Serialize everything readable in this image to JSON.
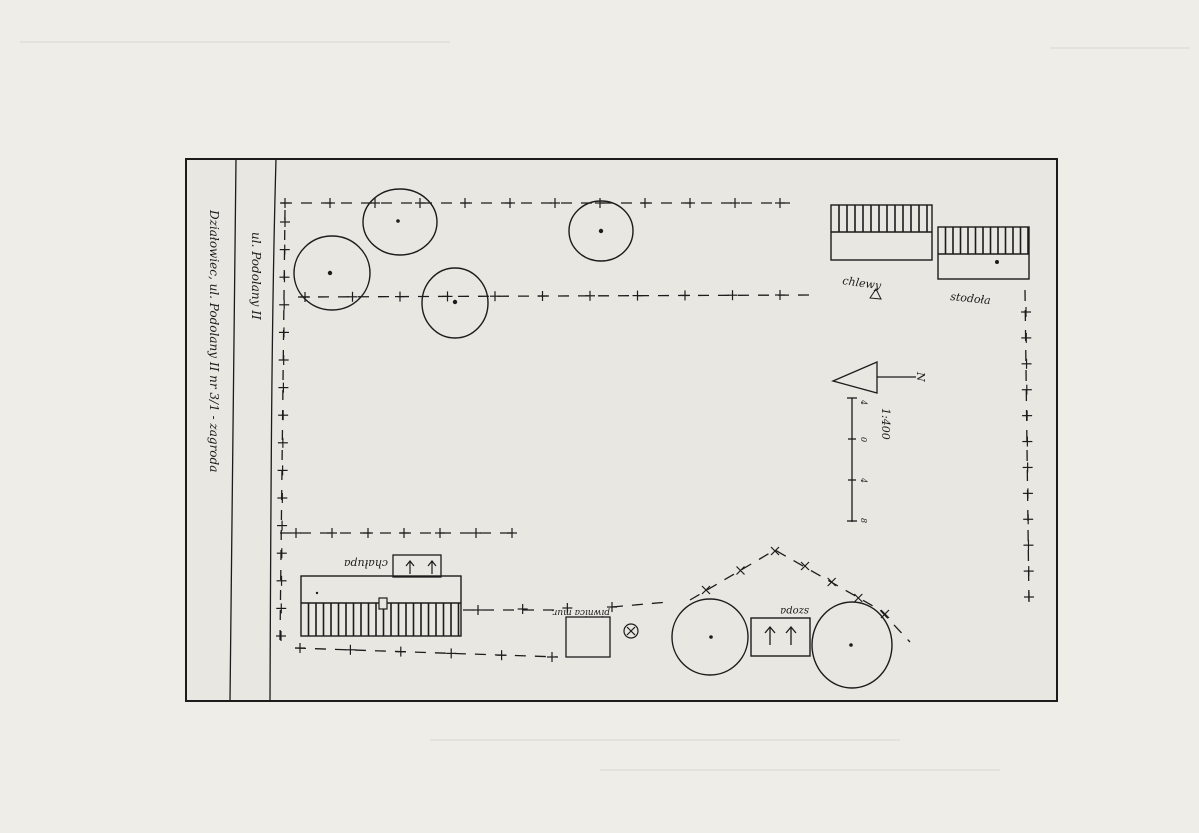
{
  "labels": {
    "street_name": "ul. Podolany II",
    "address": "Działowiec, ul. Podolany II nr 3/1 - zagroda",
    "pigsties": "chlewy",
    "barn": "stodoła",
    "cottage": "chałupa",
    "cellar": "piwnica mur.",
    "shed": "szopa",
    "north": "N",
    "scale_ratio": "1:400"
  },
  "scale_ticks": [
    "4",
    "0",
    "4",
    "8"
  ],
  "colors": {
    "ink": "#1c1c1c",
    "paper": "#efede8",
    "drawing_bg": "#e9e7e1"
  }
}
